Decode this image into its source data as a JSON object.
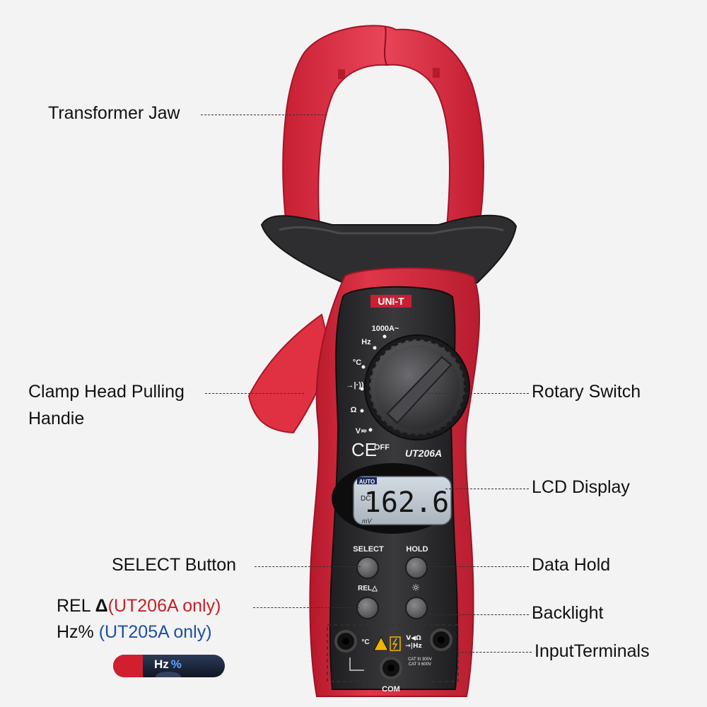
{
  "brand": "UNI-T",
  "model": "UT206A",
  "ce_mark": "CE",
  "dial": {
    "positions": [
      "1000A~",
      "Hz",
      "°C",
      "→|·))",
      "Ω",
      "V≂",
      "OFF"
    ]
  },
  "lcd": {
    "reading": "162.6",
    "mode_auto": "AUTO",
    "mode_dc": "DC",
    "unit": "mV"
  },
  "buttons": {
    "select": "SELECT",
    "hold": "HOLD",
    "rel": "REL△",
    "backlight_symbol": "☼"
  },
  "terminals": {
    "temp_label": "°C",
    "input_label_line1": "V◀Ω",
    "input_label_line2": "→|Hz",
    "cat_line1": "CAT III 300V",
    "cat_line2": "CAT II 600V",
    "com": "COM"
  },
  "labels": {
    "transformer_jaw": "Transformer Jaw",
    "clamp_handle_line1": "Clamp Head Pulling",
    "clamp_handle_line2": "Handie",
    "rotary_switch": "Rotary Switch",
    "lcd_display": "LCD Display",
    "select_button": "SELECT Button",
    "data_hold": "Data Hold",
    "rel_prefix": "REL ",
    "rel_delta": "Δ",
    "rel_note": "(UT206A only)",
    "backlight": "Backlight",
    "hz_prefix": "Hz% ",
    "hz_note": "(UT205A only)",
    "input_terminals": "InputTerminals"
  },
  "inset": {
    "hz": "Hz",
    "pct": "%"
  },
  "colors": {
    "body_red": "#d3283a",
    "body_dark": "#2c2c2e",
    "lcd": "#c7cfd6",
    "note_red": "#c62026",
    "note_blue": "#1f4fa3"
  }
}
